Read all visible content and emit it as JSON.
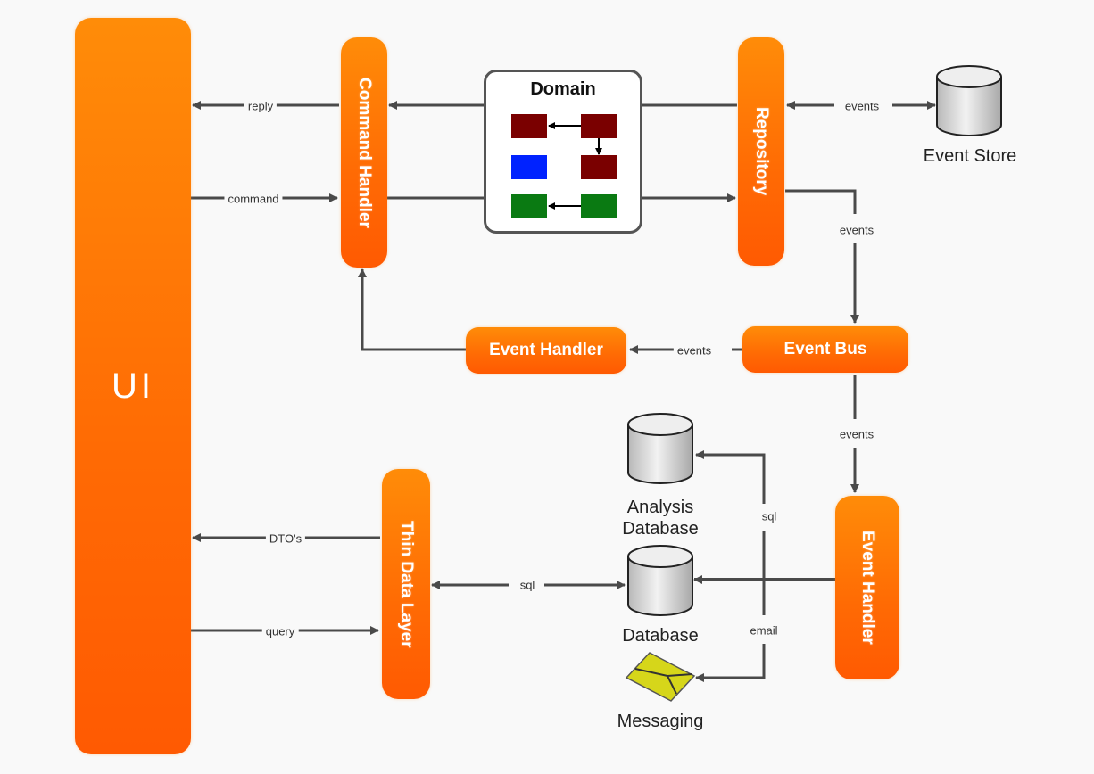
{
  "diagram": {
    "title": "CQRS / Event Sourcing architecture",
    "colors": {
      "block_orange": "#ff7a06",
      "wire": "#4a4a4a",
      "entity_aggregate": "#7a0000",
      "entity_value": "#0022ff",
      "entity_green": "#0a7a12",
      "envelope": "#d6d61a",
      "background": "#f9f9f9"
    },
    "nodes": {
      "ui": "UI",
      "command_handler": "Command Handler",
      "domain": "Domain",
      "repository": "Repository",
      "event_store": "Event Store",
      "event_bus": "Event Bus",
      "event_handler_top": "Event Handler",
      "event_handler_bottom": "Event Handler",
      "thin_data_layer": "Thin Data Layer",
      "analysis_database": "Analysis\nDatabase",
      "database": "Database",
      "messaging": "Messaging"
    },
    "edges": [
      {
        "from": "Command Handler",
        "to": "UI",
        "label": "reply"
      },
      {
        "from": "UI",
        "to": "Command Handler",
        "label": "command"
      },
      {
        "from": "Domain",
        "to": "Command Handler",
        "label": ""
      },
      {
        "from": "Command Handler",
        "to": "Repository",
        "label": ""
      },
      {
        "from": "Repository",
        "to": "Event Store",
        "label": "events",
        "bidirectional": true
      },
      {
        "from": "Repository",
        "to": "Event Bus",
        "label": "events"
      },
      {
        "from": "Event Bus",
        "to": "Event Handler",
        "label": "events"
      },
      {
        "from": "Event Handler",
        "to": "Command Handler",
        "label": ""
      },
      {
        "from": "Event Bus",
        "to": "Event Handler (bottom)",
        "label": "events"
      },
      {
        "from": "Event Handler (bottom)",
        "to": "Analysis Database",
        "label": "sql"
      },
      {
        "from": "Event Handler (bottom)",
        "to": "Database",
        "label": ""
      },
      {
        "from": "Event Handler (bottom)",
        "to": "Messaging",
        "label": "email"
      },
      {
        "from": "Thin Data Layer",
        "to": "Database",
        "label": "sql",
        "bidirectional": true
      },
      {
        "from": "Thin Data Layer",
        "to": "UI",
        "label": "DTO's"
      },
      {
        "from": "UI",
        "to": "Thin Data Layer",
        "label": "query"
      }
    ],
    "labels": {
      "reply": "reply",
      "command": "command",
      "events_store": "events",
      "events_repo_bus": "events",
      "events_bus_handler": "events",
      "events_bus_down": "events",
      "sql_analysis": "sql",
      "email": "email",
      "dtos": "DTO's",
      "query": "query",
      "sql_thin": "sql"
    }
  }
}
